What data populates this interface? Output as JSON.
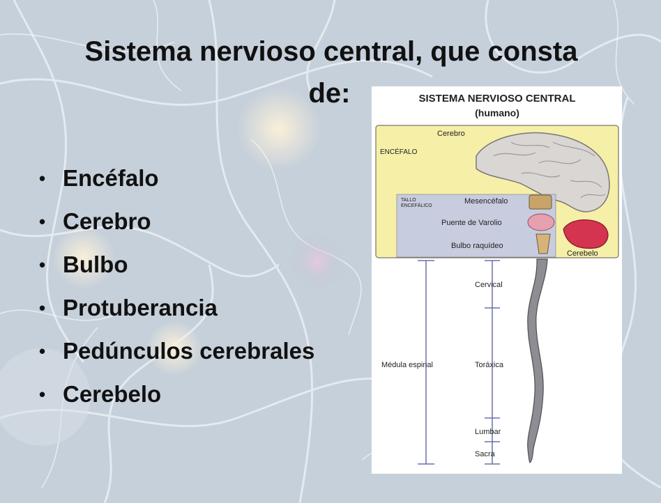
{
  "slide": {
    "title_line1": "Sistema nervioso central, que consta",
    "title_line2": "de:",
    "bullets": [
      "Encéfalo",
      "Cerebro",
      "Bulbo",
      "Protuberancia",
      "Pedúnculos cerebrales",
      "Cerebelo"
    ],
    "bullet_symbol": "•"
  },
  "figure": {
    "heading_line1": "SISTEMA NERVIOSO CENTRAL",
    "heading_line2": "(humano)",
    "encefalo": "ENCÉFALO",
    "cerebro": "Cerebro",
    "tallo_line1": "TALLO",
    "tallo_line2": "ENCEFÁLICO",
    "mesencefalo": "Mesencéfalo",
    "puente": "Puente de Varolio",
    "bulbo": "Bulbo raquídeo",
    "cerebelo": "Cerebelo",
    "medula": "Médula espinal",
    "cervical": "Cervical",
    "toraxica": "Toráxica",
    "lumbar": "Lumbar",
    "sacra": "Sacra"
  },
  "colors": {
    "encefalo_panel": "#f6efa8",
    "tallo_panel": "#c4c9e6",
    "brain": "#d9d6d4",
    "cerebelo": "#d4344f",
    "pons": "#e7a0b0",
    "mesencefalo": "#c9a46a",
    "spinal_cord": "#8d8d93"
  }
}
